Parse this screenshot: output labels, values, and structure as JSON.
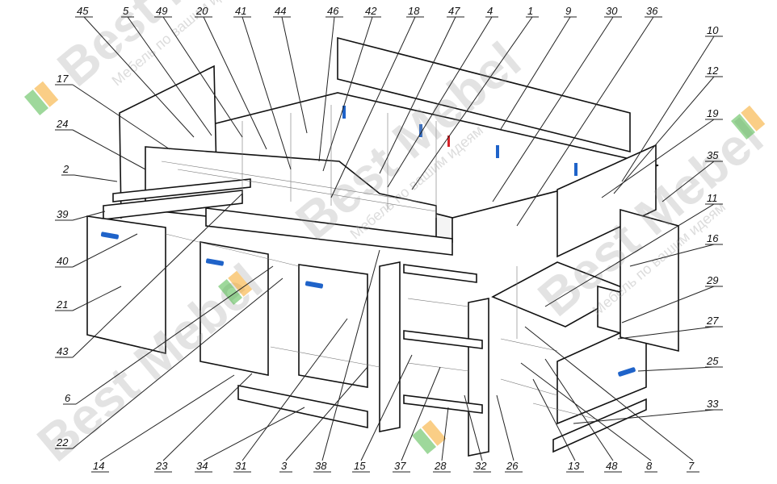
{
  "diagram": {
    "labels": [
      "45",
      "5",
      "49",
      "20",
      "41",
      "44",
      "46",
      "42",
      "18",
      "47",
      "4",
      "1",
      "9",
      "30",
      "36",
      "10",
      "12",
      "19",
      "35",
      "11",
      "16",
      "29",
      "27",
      "25",
      "33",
      "17",
      "24",
      "2",
      "39",
      "40",
      "21",
      "43",
      "6",
      "22",
      "14",
      "23",
      "34",
      "31",
      "3",
      "38",
      "15",
      "37",
      "28",
      "32",
      "26",
      "13",
      "48",
      "8",
      "7"
    ]
  },
  "watermark": {
    "brand": "Best Mebel",
    "tagline": "Мебель по вашим идеям"
  },
  "colors": {
    "line": "#111111",
    "accent_blue": "#1f63c9",
    "accent_red": "#d8232a",
    "wm_green": "#4fb848",
    "wm_orange": "#f5a623"
  }
}
